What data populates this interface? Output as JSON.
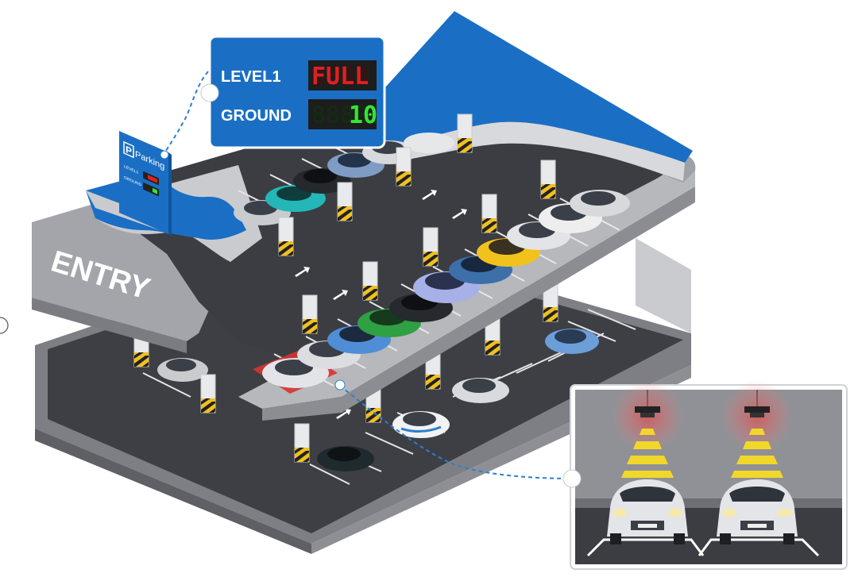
{
  "entry_label": "ENTRY",
  "small_sign": {
    "parking_letter": "P",
    "parking_word": "Parking",
    "level1": "LEVEL1",
    "ground": "GROUND"
  },
  "callout": {
    "level1_label": "LEVEL1",
    "level1_ghost": "8888",
    "level1_value": "FULL",
    "ground_label": "GROUND",
    "ground_ghost": "8888",
    "ground_value": "10"
  },
  "colors": {
    "sign_blue": "#1a6fc4",
    "led_red": "#e02020",
    "led_green": "#33e633",
    "asphalt": "#3d3f45",
    "deck_gray": "#9a9ca1",
    "sensor_beam": "#f2d72b",
    "occupied_highlight": "#d83232"
  },
  "icons": {
    "arrow": "direction-arrow-icon",
    "sensor": "ceiling-sensor-icon"
  }
}
